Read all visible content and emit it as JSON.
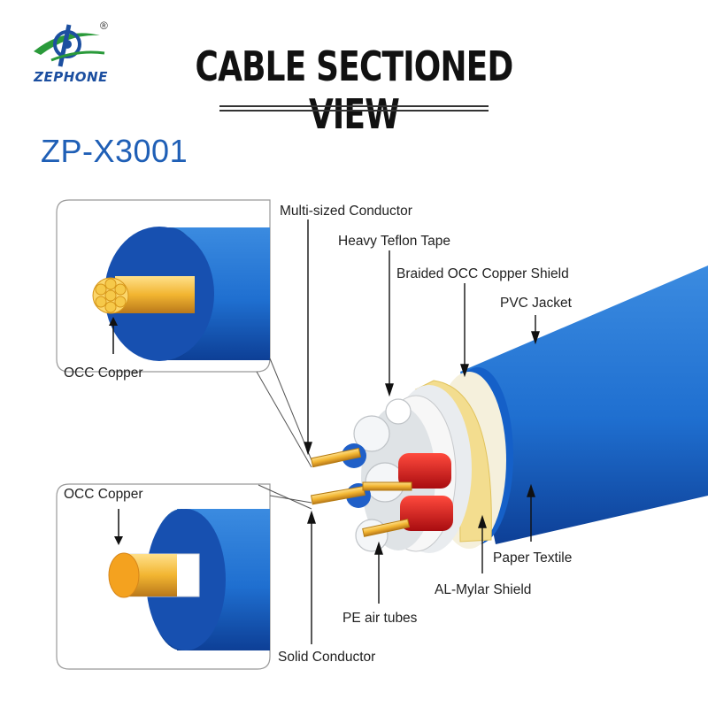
{
  "brand": {
    "name": "ZEPHONE",
    "registered": "®"
  },
  "header": {
    "title": "CABLE SECTIONED VIEW"
  },
  "model": "ZP-X3001",
  "callouts": {
    "multi_sized_conductor": "Multi-sized Conductor",
    "heavy_teflon_tape": "Heavy Teflon Tape",
    "braided_shield": "Braided OCC Copper Shield",
    "pvc_jacket": "PVC Jacket",
    "occ_copper_top": "OCC Copper",
    "occ_copper_bottom": "OCC Copper",
    "paper_textile": "Paper Textile",
    "al_mylar_shield": "AL-Mylar Shield",
    "pe_air_tubes": "PE air tubes",
    "solid_conductor": "Solid Conductor"
  },
  "colors": {
    "jacket_blue": "#1f6fd0",
    "jacket_dark": "#0b3a8c",
    "copper_gold": "#f2b531",
    "solid_core": "#f4a21f",
    "insulation_red": "#d8161b",
    "title_blue": "#1f5fb6",
    "logo_green": "#2a9a3a"
  }
}
